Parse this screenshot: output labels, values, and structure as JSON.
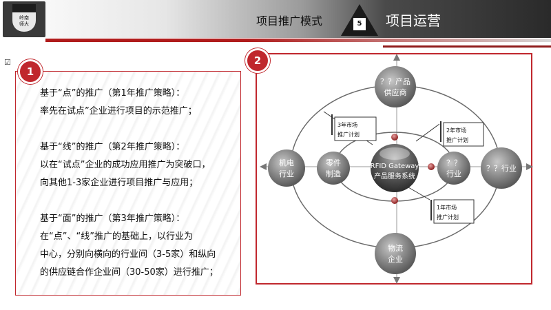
{
  "header": {
    "logo_chars": [
      "岭",
      "南",
      "师",
      "大"
    ],
    "logo_caption": "",
    "section_title": "项目推广模式",
    "section_number": "5",
    "page_title": "项目运营"
  },
  "left_panel": {
    "badge": "1",
    "checkbox_glyph": "☑",
    "paragraphs": [
      {
        "heading": "基于“点”的推广（第1年推广策略）：",
        "lines": [
          "率先在试点”企业进行项目的示范推广；"
        ]
      },
      {
        "heading": "基于“线”的推广（第2年推广策略）：",
        "lines": [
          "以在“试点”企业的成功应用推广为突破口，",
          "向其他1-3家企业进行项目推广与应用；"
        ]
      },
      {
        "heading": "基于“面”的推广（第3年推广策略）：",
        "lines": [
          "在“点”、“线”推广的基础上，以行业为",
          "中心，分别向横向的行业间（3-5家）和纵向",
          "的供应链合作企业间（30-50家）进行推广；"
        ]
      }
    ]
  },
  "diagram": {
    "badge": "2",
    "center": [
      "RFID Gateway",
      "产品服务系统"
    ],
    "top_node": [
      "？？产品",
      "供应商"
    ],
    "bottom_node": [
      "物流",
      "企业"
    ],
    "left_outer": [
      "机电",
      "行业"
    ],
    "left_inner": [
      "零件",
      "制造"
    ],
    "right_inner": [
      "？？",
      "行业"
    ],
    "right_outer": [
      "？？行业"
    ],
    "callouts": [
      {
        "lines": [
          "3年市场",
          "推广计划"
        ]
      },
      {
        "lines": [
          "2年市场",
          "推广计划"
        ]
      },
      {
        "lines": [
          "1年市场",
          "推广计划"
        ]
      }
    ]
  }
}
